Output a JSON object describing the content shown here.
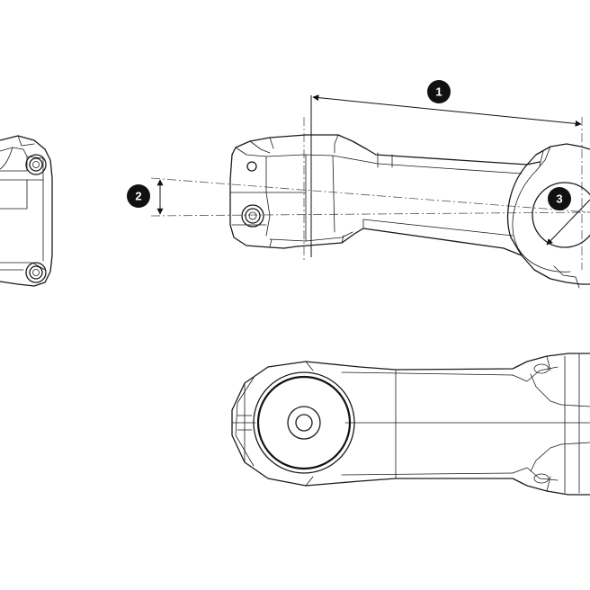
{
  "callouts": [
    {
      "label": "1"
    },
    {
      "label": "2"
    },
    {
      "label": "3"
    }
  ],
  "colors": {
    "line": "#1a1a1a",
    "marker": "#111111",
    "marker_text": "#ffffff",
    "background": "#ffffff"
  }
}
